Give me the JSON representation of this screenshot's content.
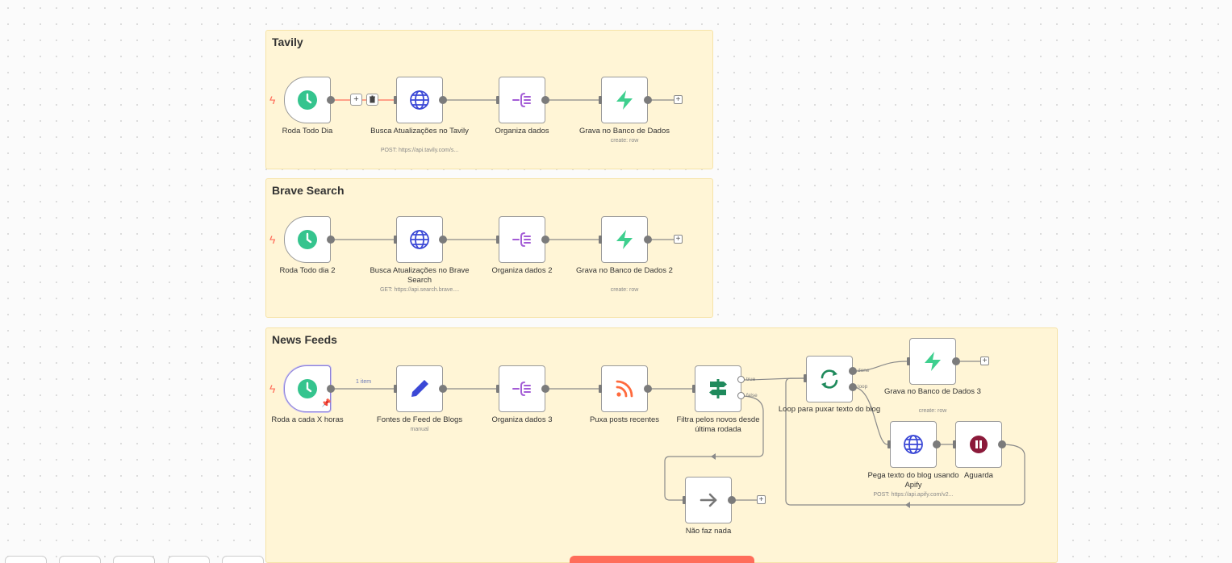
{
  "stickies": {
    "tavily": {
      "title": "Tavily"
    },
    "brave": {
      "title": "Brave Search"
    },
    "news": {
      "title": "News Feeds"
    }
  },
  "nodes": {
    "roda_todo_dia": {
      "label": "Roda Todo Dia",
      "icon": "clock-icon"
    },
    "busca_tavily": {
      "label": "Busca Atualizações no Tavily",
      "sub": "POST: https://api.tavily.com/s...",
      "icon": "globe-icon"
    },
    "organiza_1": {
      "label": "Organiza dados",
      "icon": "split-out-icon"
    },
    "grava_1": {
      "label": "Grava no Banco de Dados",
      "sub": "create: row",
      "icon": "supabase-bolt-icon"
    },
    "roda_todo_dia_2": {
      "label": "Roda Todo dia 2",
      "icon": "clock-icon"
    },
    "busca_brave": {
      "label": "Busca Atualizações no Brave Search",
      "sub": "GET: https://api.search.brave....",
      "icon": "globe-icon"
    },
    "organiza_2": {
      "label": "Organiza dados 2",
      "icon": "split-out-icon"
    },
    "grava_2": {
      "label": "Grava no Banco de Dados 2",
      "sub": "create: row",
      "icon": "supabase-bolt-icon"
    },
    "roda_x_horas": {
      "label": "Roda a cada X horas",
      "icon": "clock-icon"
    },
    "fontes_feed": {
      "label": "Fontes de Feed de Blogs",
      "sub": "manual",
      "icon": "pencil-icon"
    },
    "organiza_3": {
      "label": "Organiza dados 3",
      "icon": "split-out-icon"
    },
    "puxa_posts": {
      "label": "Puxa posts recentes",
      "icon": "rss-icon"
    },
    "filtra_novos": {
      "label": "Filtra pelos novos desde última rodada",
      "icon": "filter-signpost-icon"
    },
    "loop_blog": {
      "label": "Loop para puxar texto do blog",
      "icon": "loop-icon"
    },
    "grava_3": {
      "label": "Grava no Banco de Dados 3",
      "sub": "create: row",
      "icon": "supabase-bolt-icon"
    },
    "pega_texto": {
      "label": "Pega texto do blog usando Apify",
      "sub": "POST: https://api.apify.com/v2...",
      "icon": "globe-icon"
    },
    "aguarda": {
      "label": "Aguarda",
      "icon": "pause-icon"
    },
    "nao_faz_nada": {
      "label": "Não faz nada",
      "icon": "arrow-right-icon"
    }
  },
  "edges": {
    "one_item": "1 item",
    "true_label": "true",
    "false_label": "false",
    "done_label": "done",
    "loop_label": "loop"
  },
  "edge_buttons": {
    "add": "+",
    "delete": "🗑"
  },
  "colors": {
    "clock": "#35c48e",
    "globe": "#3b48d6",
    "split": "#a35cd6",
    "supabase": "#3ecf8e",
    "pencil": "#3b48d6",
    "rss": "#ff6a3d",
    "filter": "#1f8a5c",
    "loop": "#1f8a5c",
    "pause": "#8b1a3a",
    "arrow": "#777777",
    "run_bar": "#ff6d5a"
  }
}
